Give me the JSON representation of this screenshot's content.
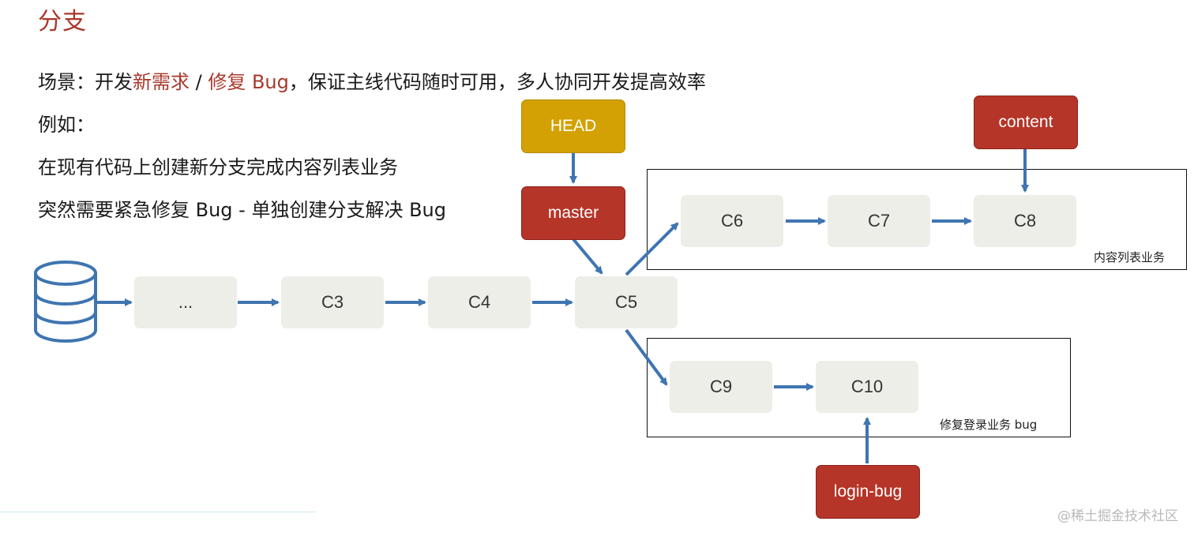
{
  "title": "分支",
  "scene": {
    "prefix": "场景：开发",
    "highlight1": "新需求",
    "sep": " / ",
    "highlight2": "修复 Bug",
    "suffix": "，保证主线代码随时可用，多人协同开发提高效率"
  },
  "example_label": "例如：",
  "example1": "在现有代码上创建新分支完成内容列表业务",
  "example2": "突然需要紧急修复 Bug - 单独创建分支解决 Bug",
  "commits": {
    "c_ellipsis": "...",
    "c3": "C3",
    "c4": "C4",
    "c5": "C5",
    "c6": "C6",
    "c7": "C7",
    "c8": "C8",
    "c9": "C9",
    "c10": "C10"
  },
  "pointers": {
    "head": "HEAD",
    "master": "master",
    "content": "content",
    "login_bug": "login-bug"
  },
  "groups": {
    "content_group_label": "内容列表业务",
    "bug_group_label": "修复登录业务 bug"
  },
  "colors": {
    "title_red": "#a9382b",
    "tag_red": "#b53528",
    "tag_gold": "#d3a103",
    "arrow_blue": "#3f75b0",
    "node_bg": "#eeeee8"
  },
  "watermark": "@稀土掘金技术社区"
}
